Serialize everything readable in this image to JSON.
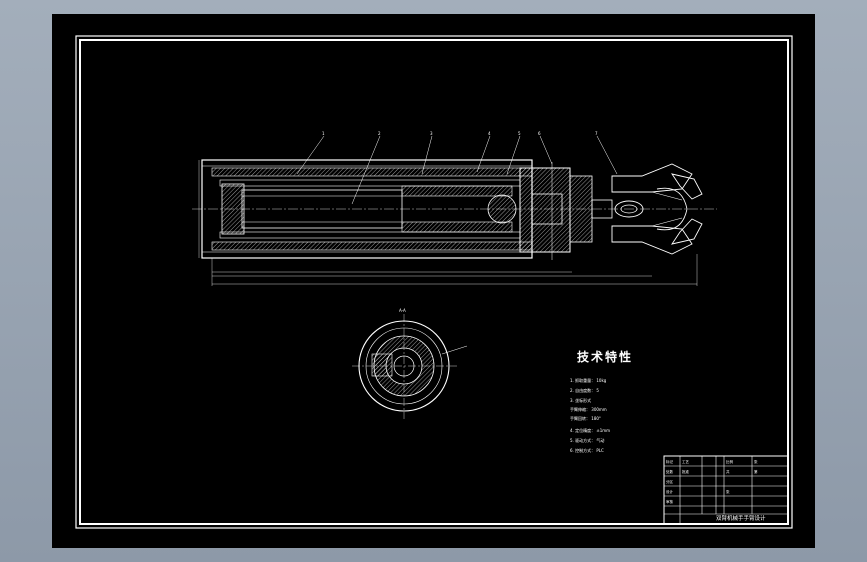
{
  "drawing": {
    "section_labels": [
      "1",
      "2",
      "3",
      "4",
      "5",
      "6",
      "7"
    ],
    "section_top_label": "A-A"
  },
  "technical_specs": {
    "title": "技术特性",
    "items": [
      "1. 抓取重量： 10kg",
      "2. 自由度数： 5",
      "3. 坐标形式",
      "   手臂伸缩： 300mm",
      "   手臂回转： 180°",
      "4. 定位精度： ±1mm",
      "5. 驱动方式： 气动",
      "6. 控制方式： PLC"
    ]
  },
  "title_block": {
    "drawing_title": "双臂机械手手臂设计",
    "cells": [
      "标记",
      "处数",
      "分区",
      "设计",
      "审核",
      "工艺",
      "批准",
      "比例",
      "共",
      "张",
      "第",
      "张"
    ]
  },
  "colors": {
    "background": "#000000",
    "line": "#ffffff",
    "accent": "#ffffff"
  }
}
